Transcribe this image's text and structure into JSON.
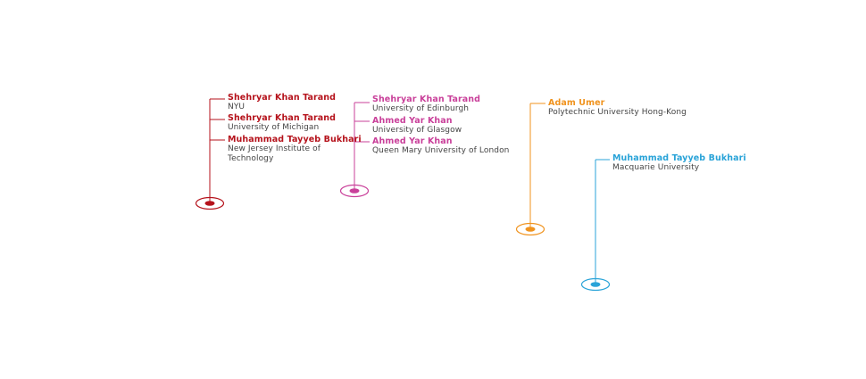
{
  "groups": [
    {
      "id": "group-1",
      "color": "#b5121b",
      "entries": [
        {
          "name": "Shehryar Khan Tarand",
          "institution": "NYU"
        },
        {
          "name": "Shehryar Khan Tarand",
          "institution": "University of Michigan"
        },
        {
          "name": "Muhammad Tayyeb Bukhari",
          "institution": "New Jersey Institute of Technology"
        }
      ]
    },
    {
      "id": "group-2",
      "color": "#c9409a",
      "entries": [
        {
          "name": "Shehryar Khan Tarand",
          "institution": "University of Edinburgh"
        },
        {
          "name": "Ahmed Yar Khan",
          "institution": "University of Glasgow"
        },
        {
          "name": "Ahmed Yar Khan",
          "institution": "Queen Mary University of London"
        }
      ]
    },
    {
      "id": "group-3",
      "color": "#f0931e",
      "entries": [
        {
          "name": "Adam Umer",
          "institution": "Polytechnic University Hong-Kong"
        }
      ]
    },
    {
      "id": "group-4",
      "color": "#29a3d8",
      "entries": [
        {
          "name": "Muhammad Tayyeb Bukhari",
          "institution": "Macquarie University"
        }
      ]
    }
  ]
}
